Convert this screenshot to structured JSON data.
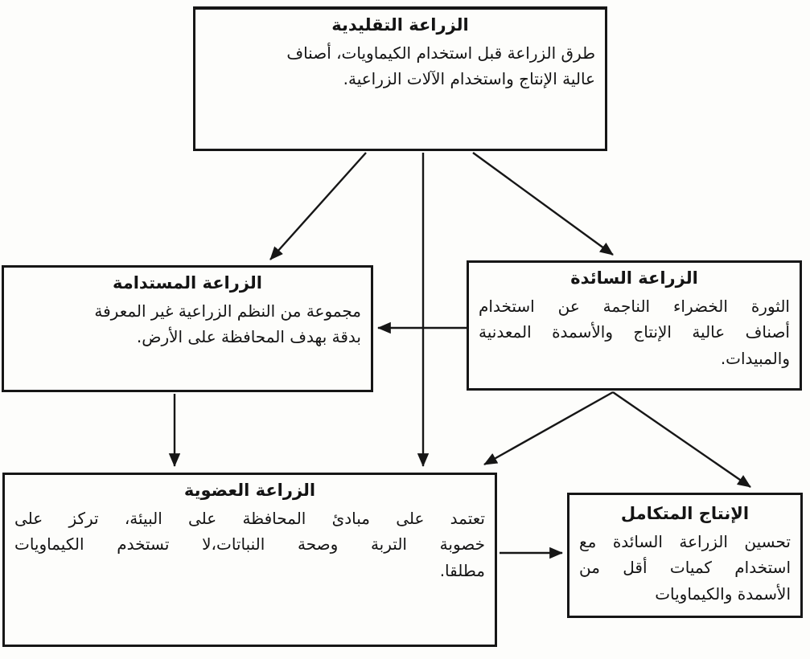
{
  "page": {
    "background_color": "#fdfdfb",
    "ink_color": "#161616"
  },
  "diagram": {
    "language": "ar",
    "direction": "rtl",
    "boxes": [
      {
        "id": "traditional",
        "title": "الزراعة التقليدية",
        "lines": [
          "طرق الزراعة قبل استخدام الكيماويات، أصناف",
          "عالية الإنتاج واستخدام الآلات الزراعية."
        ]
      },
      {
        "id": "sustainable",
        "title": "الزراعة المستدامة",
        "lines": [
          "مجموعة من النظم الزراعية غير المعرفة",
          "بدقة بهدف المحافظة على الأرض."
        ]
      },
      {
        "id": "conventional",
        "title": "الزراعة السائدة",
        "lines": [
          "الثورة الخضراء الناجمة عن استخدام",
          "أصناف عالية الإنتاج والأسمدة المعدنية",
          "والمبيدات."
        ]
      },
      {
        "id": "organic",
        "title": "الزراعة العضوية",
        "lines": [
          "تعتمد على مبادئ المحافظة على البيئة، تركز على",
          "خصوبة التربة وصحة النباتات،لا تستخدم الكيماويات",
          "مطلقا."
        ]
      },
      {
        "id": "integrated",
        "title": "الإنتاج المتكامل",
        "lines": [
          "تحسين الزراعة السائدة مع",
          "استخدام كميات أقل من",
          "الأسمدة والكيماويات"
        ]
      }
    ],
    "edges": [
      {
        "from": "traditional",
        "to": "sustainable"
      },
      {
        "from": "traditional",
        "to": "organic"
      },
      {
        "from": "traditional",
        "to": "conventional"
      },
      {
        "from": "conventional",
        "to": "sustainable"
      },
      {
        "from": "sustainable",
        "to": "organic"
      },
      {
        "from": "conventional",
        "to": "organic"
      },
      {
        "from": "conventional",
        "to": "integrated"
      },
      {
        "from": "organic",
        "to": "integrated"
      }
    ]
  }
}
